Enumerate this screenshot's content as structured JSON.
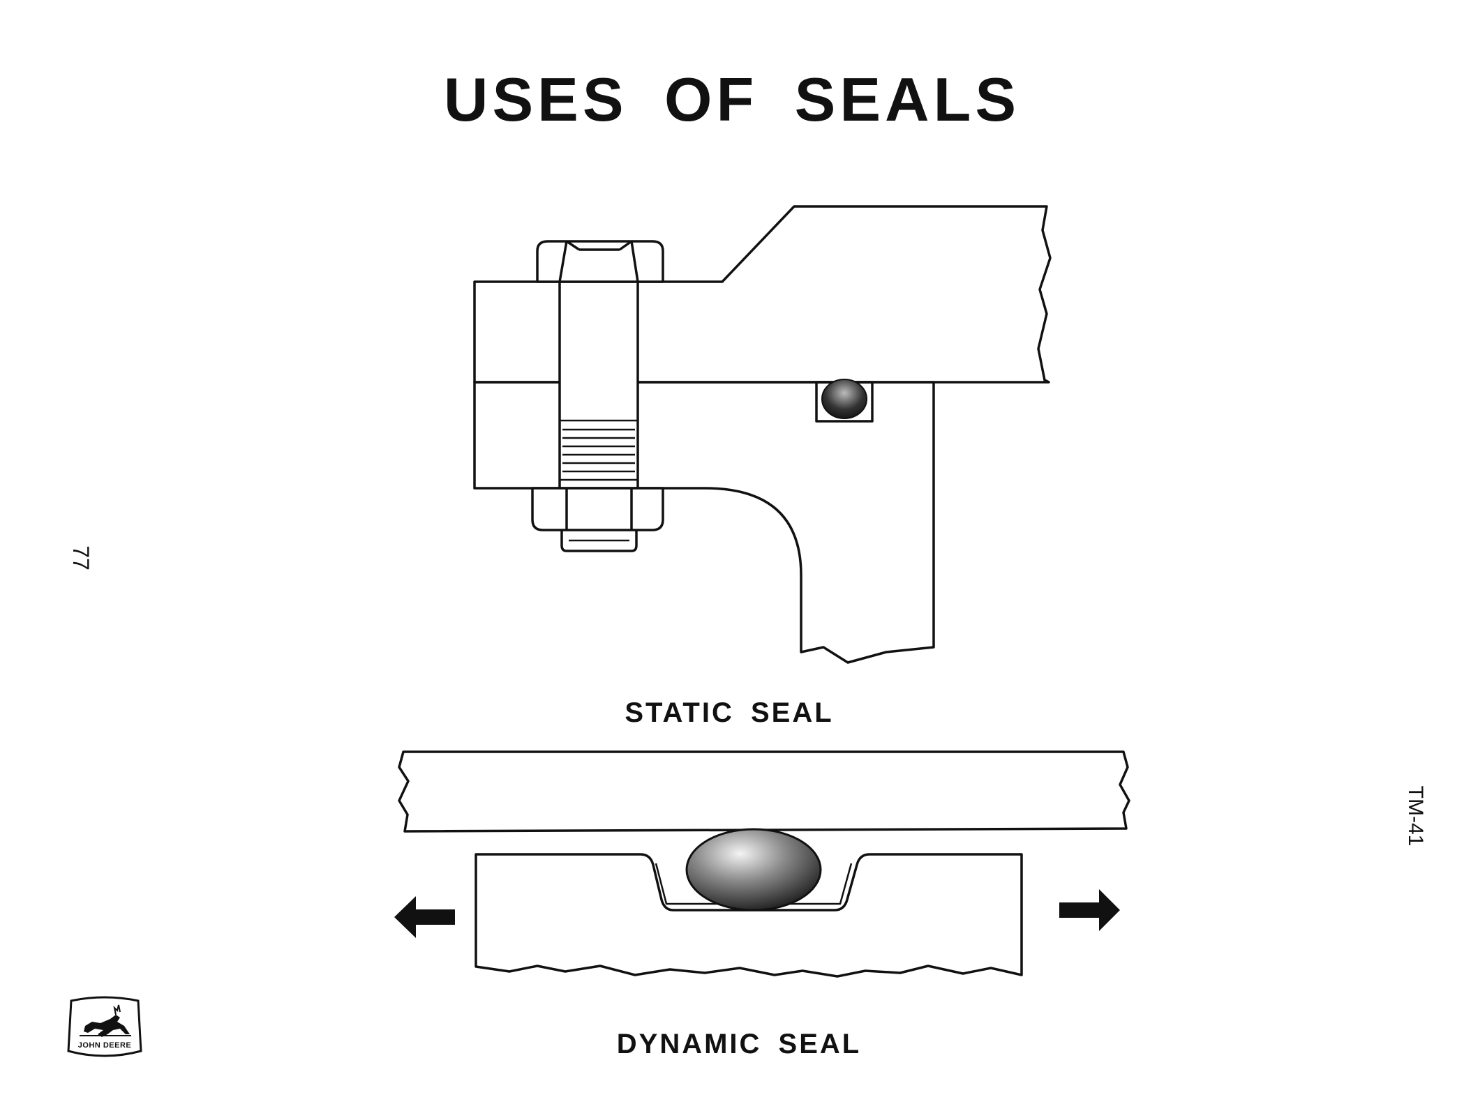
{
  "title": "USES OF SEALS",
  "static_caption": "STATIC SEAL",
  "dynamic_caption": "DYNAMIC SEAL",
  "page_number": "77",
  "document_id": "TM-41",
  "logo_text": "JOHN DEERE",
  "colors": {
    "ink": "#111111",
    "paper": "#ffffff"
  },
  "icons": [
    "hex-bolt",
    "o-ring",
    "left-arrow-icon",
    "right-arrow-icon",
    "deer-logo-icon"
  ]
}
